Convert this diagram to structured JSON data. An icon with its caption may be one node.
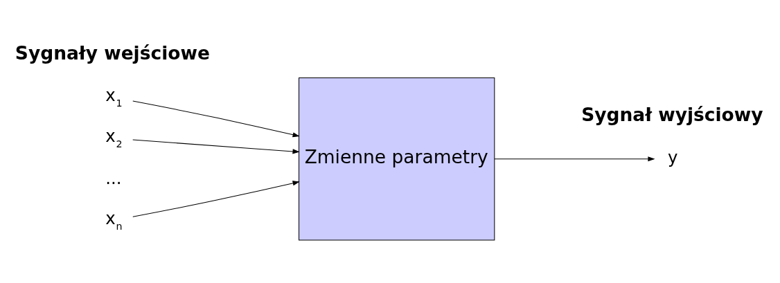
{
  "diagram": {
    "nodes": [
      {
        "text": [
          "x$_{1}$"
        ]
      },
      {
        "text": [
          "x$_{2}$"
        ]
      },
      {
        "text": [
          "x$_{n}$"
        ]
      },
      {
        "text": [
          "Zmienne parametry"
        ]
      },
      {
        "text": [
          "y"
        ]
      }
    ],
    "edges": [
      {
        "from": 0,
        "to": 3,
        "arrow": "to"
      },
      {
        "from": 1,
        "to": 3,
        "arrow": "to"
      },
      {
        "from": 2,
        "to": 3,
        "arrow": "to"
      },
      {
        "from": 3,
        "to": 4,
        "arrow": "to"
      }
    ],
    "labels": [
      "Sygnały wejściowe",
      "Sygnał wyjściowy",
      "..."
    ]
  }
}
